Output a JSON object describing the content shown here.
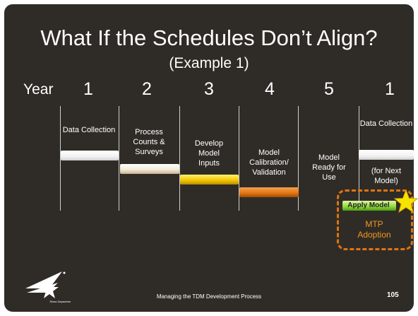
{
  "slide": {
    "title": "What If the Schedules Don’t Align?",
    "subtitle": "(Example 1)",
    "year_label": "Year",
    "years": [
      "1",
      "2",
      "3",
      "4",
      "5",
      "1"
    ],
    "phases": {
      "data_collection": "Data Collection",
      "process_counts": "Process Counts & Surveys",
      "develop_inputs": "Develop Model Inputs",
      "calibration": "Model Calibration/ Validation",
      "ready": "Model Ready for Use",
      "next_collection_top": "Data Collection",
      "next_collection_note": "(for Next Model)"
    },
    "apply_model": "Apply Model",
    "mtp_adoption": "MTP Adoption",
    "footer": "Managing the TDM Development Process",
    "page_number": "105",
    "logo_text": "Texas Department of Transportation",
    "colors": {
      "background": "#2f2c27",
      "orange_accent": "#e07411",
      "mtp_text": "#f7941d",
      "bar_yellow": "#f2c300",
      "bar_orange": "#e07411",
      "bar_green": "#8ed83b"
    }
  }
}
